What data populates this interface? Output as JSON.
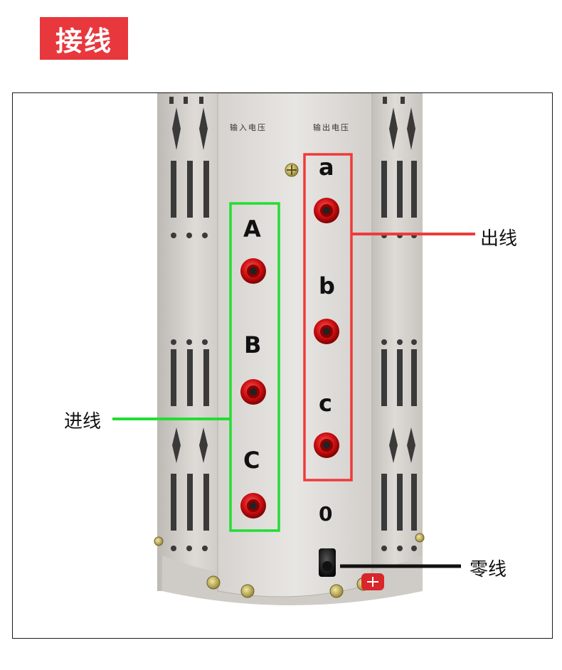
{
  "title": "接线",
  "panel": {
    "input_label": "输入电压",
    "output_label": "输出电压"
  },
  "terminals": {
    "input": [
      "A",
      "B",
      "C"
    ],
    "output": [
      "a",
      "b",
      "c"
    ],
    "neutral": "0"
  },
  "callouts": {
    "input_lines": "进线",
    "output_lines": "出线",
    "neutral_line": "零线"
  },
  "colors": {
    "title_background": "#e8383d",
    "input_highlight": "#22dd33",
    "output_highlight": "#ee3b3b",
    "neutral_pointer": "#111111"
  }
}
